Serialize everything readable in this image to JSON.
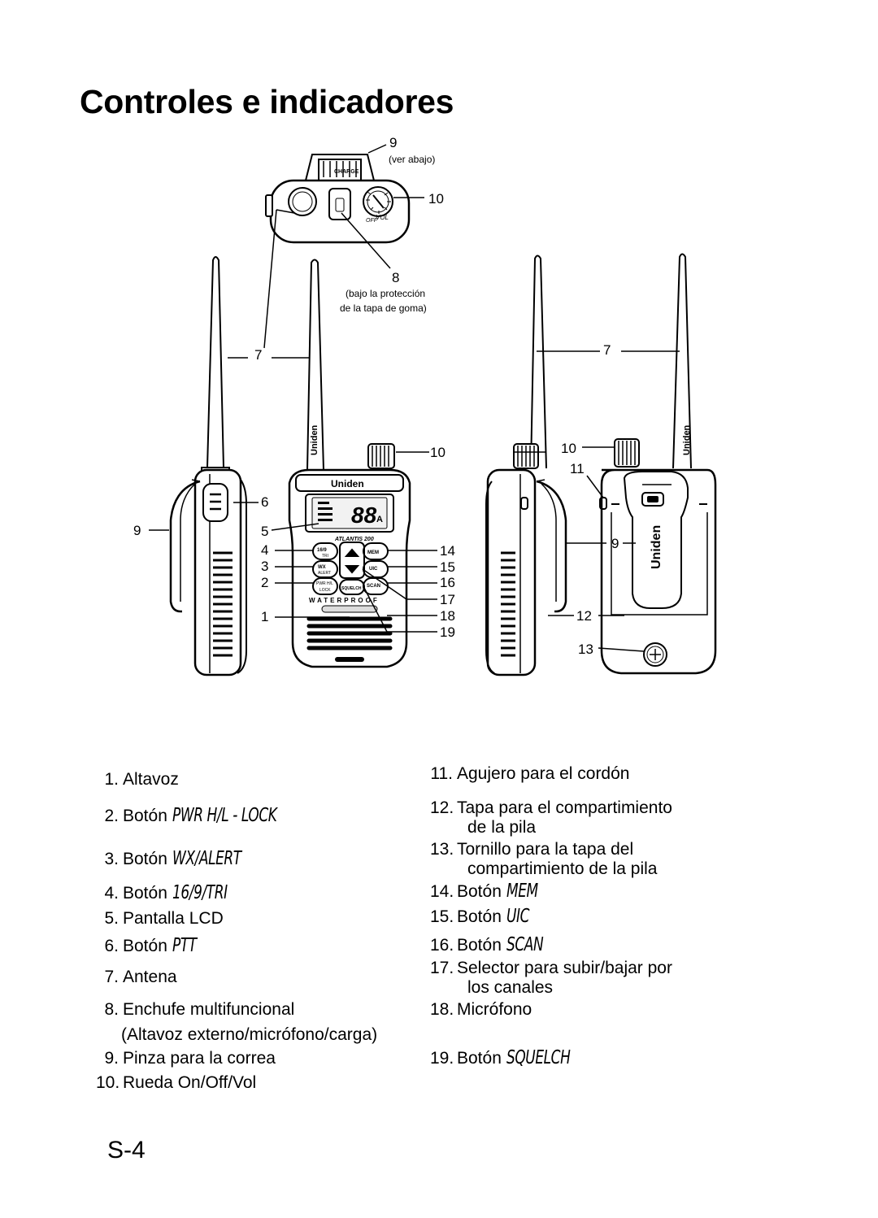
{
  "page": {
    "title": "Controles e indicadores",
    "page_number": "S-4"
  },
  "diagram": {
    "callouts": {
      "c9_top": "9",
      "c9_top_note": "(ver abajo)",
      "c10_top": "10",
      "c8": "8",
      "c8_note1": "(bajo la protección",
      "c8_note2": "de la tapa de goma)",
      "c7_left": "7",
      "c7_right": "7",
      "c6": "6",
      "c9_left": "9",
      "c5": "5",
      "c4": "4",
      "c3": "3",
      "c2": "2",
      "c1": "1",
      "c10_front": "10",
      "c14": "14",
      "c15": "15",
      "c16": "16",
      "c17": "17",
      "c18": "18",
      "c19": "19",
      "c10_back": "10",
      "c11": "11",
      "c9_back": "9",
      "c12": "12",
      "c13": "13"
    },
    "labels": {
      "brand": "Uniden",
      "model": "ATLANTIS 200",
      "waterproof": "WATERPROOF",
      "lcd_digits": "88",
      "lcd_suffix": "A",
      "btn_169": "16/9",
      "btn_169_sub": "TRI",
      "btn_wx": "WX",
      "btn_wx_sub": "ALERT",
      "btn_pwr": "PWR H/L",
      "btn_pwr_sub": "LOCK",
      "btn_mem": "MEM",
      "btn_uic": "UIC",
      "btn_scan": "SCAN",
      "btn_squelch": "SQUELCH",
      "charge": "CHARGE",
      "off_vol": "OFF",
      "vol": "VOL"
    }
  },
  "legend": {
    "left": [
      {
        "num": "1.",
        "text": "Altavoz"
      },
      {
        "num": "2.",
        "text": "Botón",
        "key": "PWR H/L - LOCK"
      },
      {
        "num": "3.",
        "text": "Botón",
        "key": "WX/ALERT"
      },
      {
        "num": "4.",
        "text": "Botón",
        "key": "16/9/TRI"
      },
      {
        "num": "5.",
        "text": "Pantalla LCD"
      },
      {
        "num": "6.",
        "text": "Botón",
        "key": "PTT"
      },
      {
        "num": "7.",
        "text": "Antena"
      },
      {
        "num": "8.",
        "text": "Enchufe multifuncional",
        "cont": "(Altavoz externo/micrófono/carga)"
      },
      {
        "num": "9.",
        "text": "Pinza para la correa"
      },
      {
        "num": "10.",
        "text": "Rueda On/Off/Vol"
      }
    ],
    "right": [
      {
        "num": "11.",
        "text": "Agujero para el cordón"
      },
      {
        "num": "12.",
        "text": "Tapa para el compartimiento",
        "cont": "de la pila"
      },
      {
        "num": "13.",
        "text": "Tornillo para la tapa del",
        "cont": "compartimiento de la pila"
      },
      {
        "num": "14.",
        "text": "Botón",
        "key": "MEM"
      },
      {
        "num": "15.",
        "text": "Botón",
        "key": "UIC"
      },
      {
        "num": "16.",
        "text": "Botón",
        "key": "SCAN"
      },
      {
        "num": "17.",
        "text": "Selector para subir/bajar por",
        "cont": "los canales"
      },
      {
        "num": "18.",
        "text": "Micrófono"
      },
      {
        "num": "19.",
        "text": "Botón",
        "key": "SQUELCH"
      }
    ]
  }
}
